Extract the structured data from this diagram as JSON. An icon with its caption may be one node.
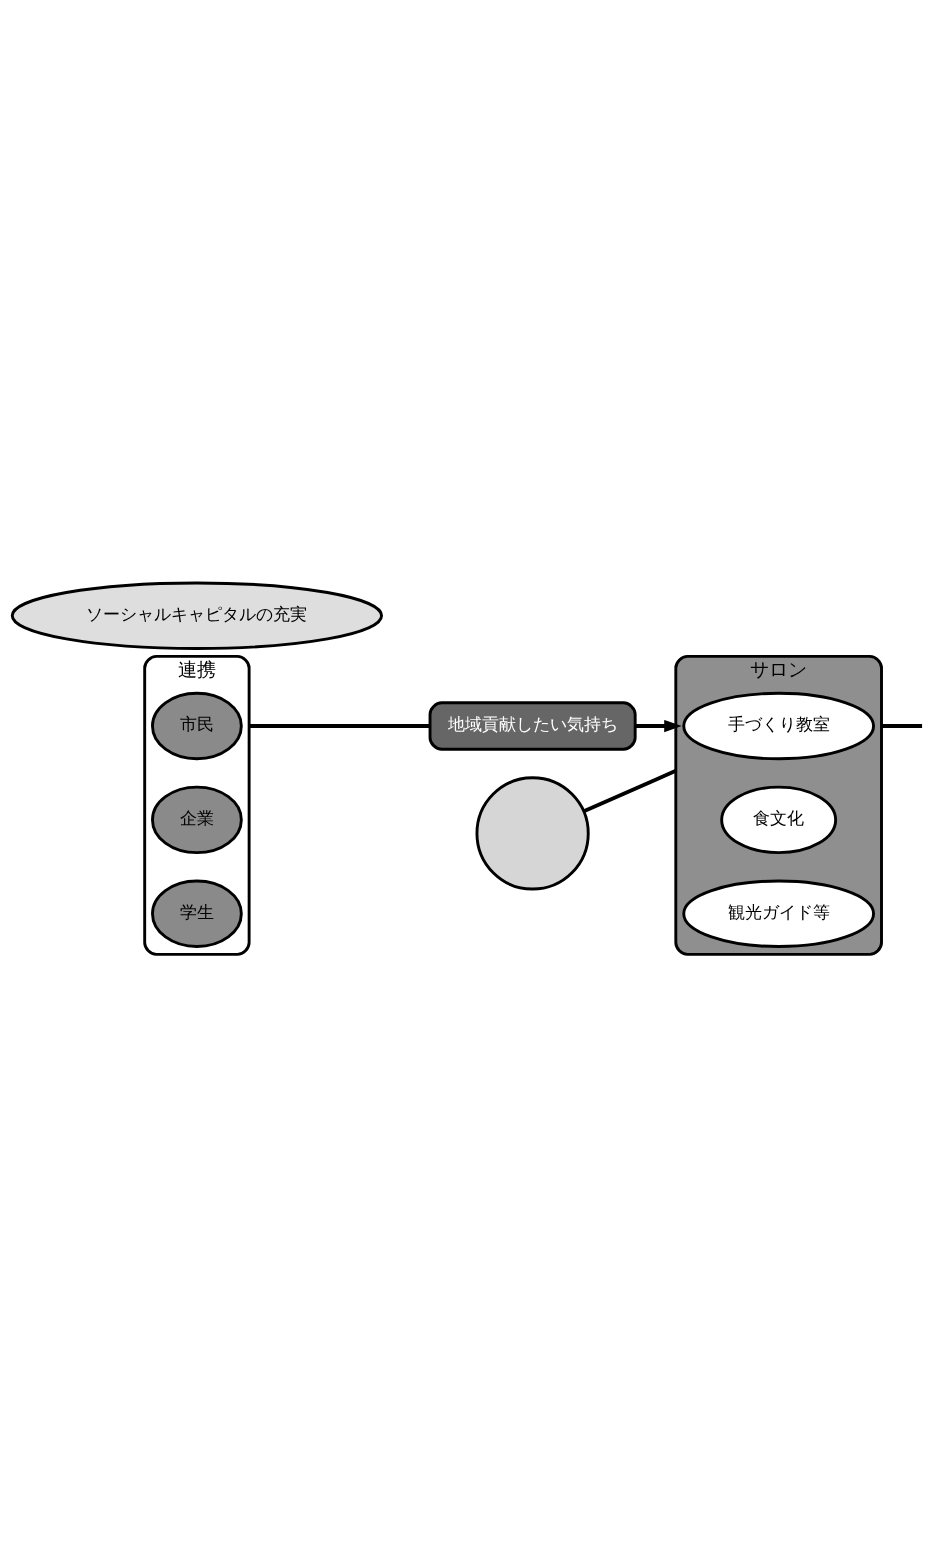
{
  "diagram": {
    "nodes": [
      {
        "text": [
          "連携"
        ]
      },
      {
        "text": [
          "市民"
        ],
        "in": 0
      },
      {
        "text": [
          "企業"
        ],
        "in": 0
      },
      {
        "text": [
          "学生"
        ],
        "in": 0
      },
      {
        "text": [
          "地域貢献したい気持ち"
        ]
      },
      {
        "text": [
          "ソーシャルキャピタルの充実"
        ]
      },
      {
        "text": [
          "サロン"
        ]
      },
      {
        "text": [
          "手づくり教室"
        ],
        "in": 6
      },
      {
        "text": [
          "食文化"
        ],
        "in": 6
      },
      {
        "text": [
          "観光ガイド等"
        ],
        "in": 6
      },
      {
        "text": [],
        "shape": "circle"
      }
    ],
    "edges": [
      {
        "from": 0,
        "to": 4,
        "arrow": "none"
      },
      {
        "from": 4,
        "to": 6,
        "arrow": "to"
      },
      {
        "from": 10,
        "to": 6,
        "arrow": "none"
      },
      {
        "from": 6,
        "to": null,
        "arrow": "none"
      }
    ]
  }
}
